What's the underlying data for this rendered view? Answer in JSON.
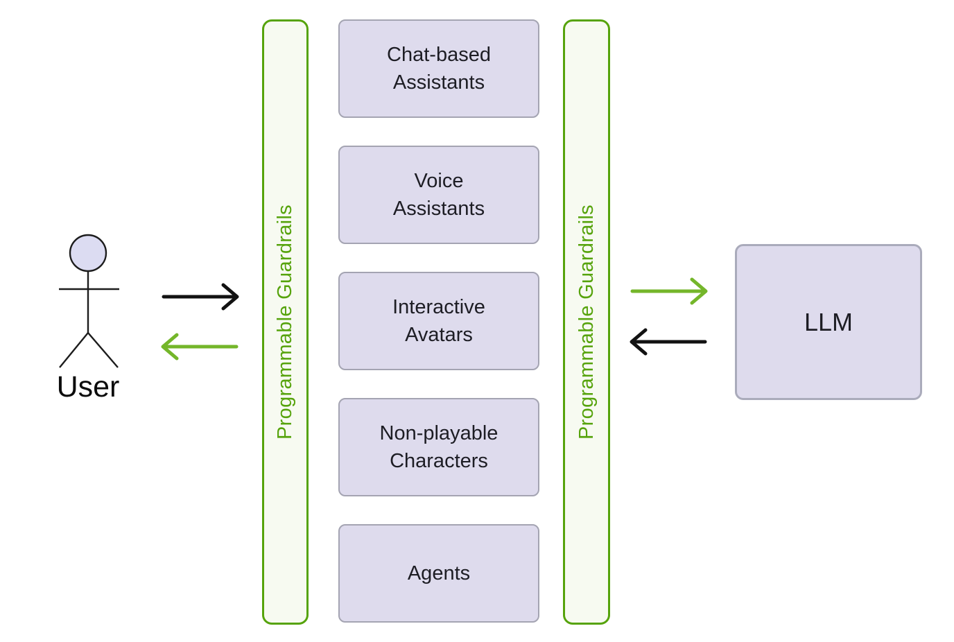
{
  "user": {
    "label": "User"
  },
  "guardrails": {
    "left_label": "Programmable Guardrails",
    "right_label": "Programmable Guardrails"
  },
  "apps": [
    {
      "label": "Chat-based\nAssistants"
    },
    {
      "label": "Voice\nAssistants"
    },
    {
      "label": "Interactive\nAvatars"
    },
    {
      "label": "Non-playable\nCharacters"
    },
    {
      "label": "Agents"
    }
  ],
  "llm": {
    "label": "LLM"
  },
  "arrows": [
    {
      "name": "user-to-guardrails",
      "color": "black",
      "direction": "right"
    },
    {
      "name": "guardrails-to-user",
      "color": "green",
      "direction": "left"
    },
    {
      "name": "guardrails-to-llm",
      "color": "green",
      "direction": "right"
    },
    {
      "name": "llm-to-guardrails",
      "color": "black",
      "direction": "left"
    }
  ],
  "colors": {
    "guardrail_green": "#56a30c",
    "arrow_green": "#74b62a",
    "arrow_black": "#121212",
    "box_fill": "#dedbed",
    "box_border": "#a4a4b2",
    "llm_border": "#aaabbb",
    "bar_fill": "#f7faf1",
    "text_dark": "#1d1d24",
    "figure_head_fill": "#dcdcf2"
  }
}
